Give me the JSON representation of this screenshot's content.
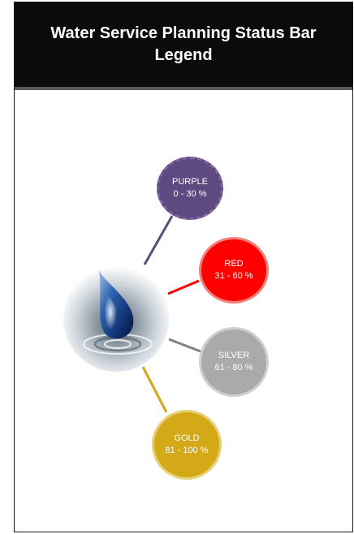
{
  "header": {
    "title": "Water Service Planning Status Bar Legend"
  },
  "legend": {
    "center_icon": "water-drop-icon",
    "items": [
      {
        "name": "PURPLE",
        "range": "0 - 30 %",
        "color": "#5e4a80",
        "border_color": "#7a659c"
      },
      {
        "name": "RED",
        "range": "31 - 60 %",
        "color": "#ff0000",
        "border_color": "#f0807a"
      },
      {
        "name": "SILVER",
        "range": "61 - 80 %",
        "color": "#aaaaaa",
        "border_color": "#cfcfcf"
      },
      {
        "name": "GOLD",
        "range": "81 - 100 %",
        "color": "#d3a918",
        "border_color": "#e6cf74"
      }
    ]
  }
}
